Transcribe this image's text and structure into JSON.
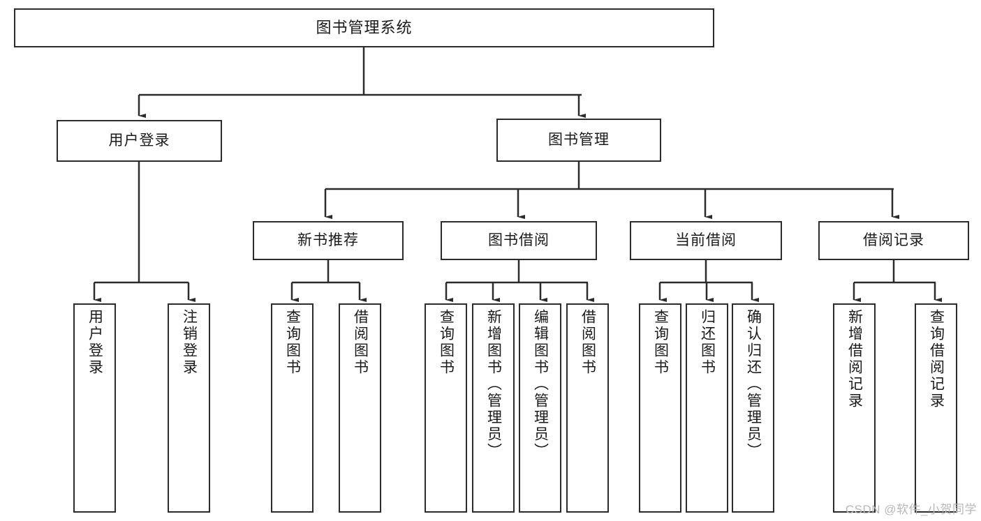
{
  "diagram": {
    "title": "图书管理系统",
    "watermark": "CSDN @软件_小贺同学",
    "colors": {
      "background": "#ffffff",
      "stroke": "#2b2b2b",
      "text": "#1a1a1a",
      "watermark": "#b8b8b8"
    },
    "root": {
      "label": "图书管理系统"
    },
    "level2": [
      {
        "label": "用户登录"
      },
      {
        "label": "图书管理"
      }
    ],
    "level3": [
      {
        "label": "新书推荐"
      },
      {
        "label": "图书借阅"
      },
      {
        "label": "当前借阅"
      },
      {
        "label": "借阅记录"
      }
    ],
    "leaves": {
      "user_login": [
        {
          "label": "用户登录"
        },
        {
          "label": "注销登录"
        }
      ],
      "new_book_recommend": [
        {
          "label": "查询图书"
        },
        {
          "label": "借阅图书"
        }
      ],
      "book_borrow": [
        {
          "label": "查询图书"
        },
        {
          "label": "新增图书（管理员）"
        },
        {
          "label": "编辑图书（管理员）"
        },
        {
          "label": "借阅图书"
        }
      ],
      "current_borrow": [
        {
          "label": "查询图书"
        },
        {
          "label": "归还图书"
        },
        {
          "label": "确认归还（管理员）"
        }
      ],
      "borrow_record": [
        {
          "label": "新增借阅记录"
        },
        {
          "label": "查询借阅记录"
        }
      ]
    }
  }
}
